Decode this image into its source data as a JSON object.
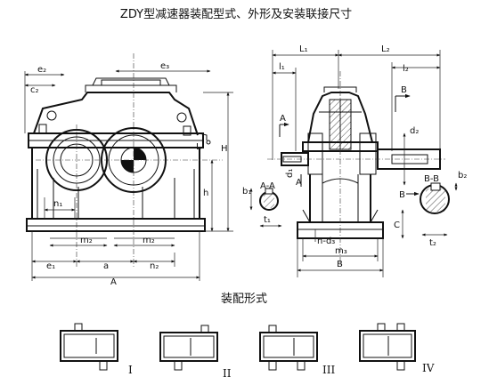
{
  "title": "ZDY型减速器装配型式、外形及安装联接尺寸",
  "front_labels": {
    "e2": "e₂",
    "c2": "c₂",
    "e3": "e₃",
    "H": "H",
    "h": "h",
    "n1": "n₁",
    "m2_left": "m₂",
    "m2_right": "m₂",
    "e1": "e₁",
    "a": "a",
    "n2": "n₂",
    "A": "A",
    "L": "L"
  },
  "side_labels": {
    "L1": "L₁",
    "L2": "L₂",
    "l1": "l₁",
    "l2": "l₂",
    "B_arrow": "B",
    "A_left": "A",
    "A_right": "A",
    "d1": "d₁",
    "d2": "d₂",
    "b1": "b₁",
    "t1": "t₁",
    "AA": "A-A",
    "BB": "B-B",
    "B_arrow2": "B",
    "b2": "b₂",
    "C": "C",
    "nd3": "n-d₃",
    "m3": "m₃",
    "B": "B",
    "t2": "t₂"
  },
  "assembly": {
    "heading": "装配形式",
    "types": [
      "I",
      "II",
      "III",
      "IV"
    ]
  },
  "colors": {
    "line": "#111111",
    "background": "#ffffff"
  }
}
